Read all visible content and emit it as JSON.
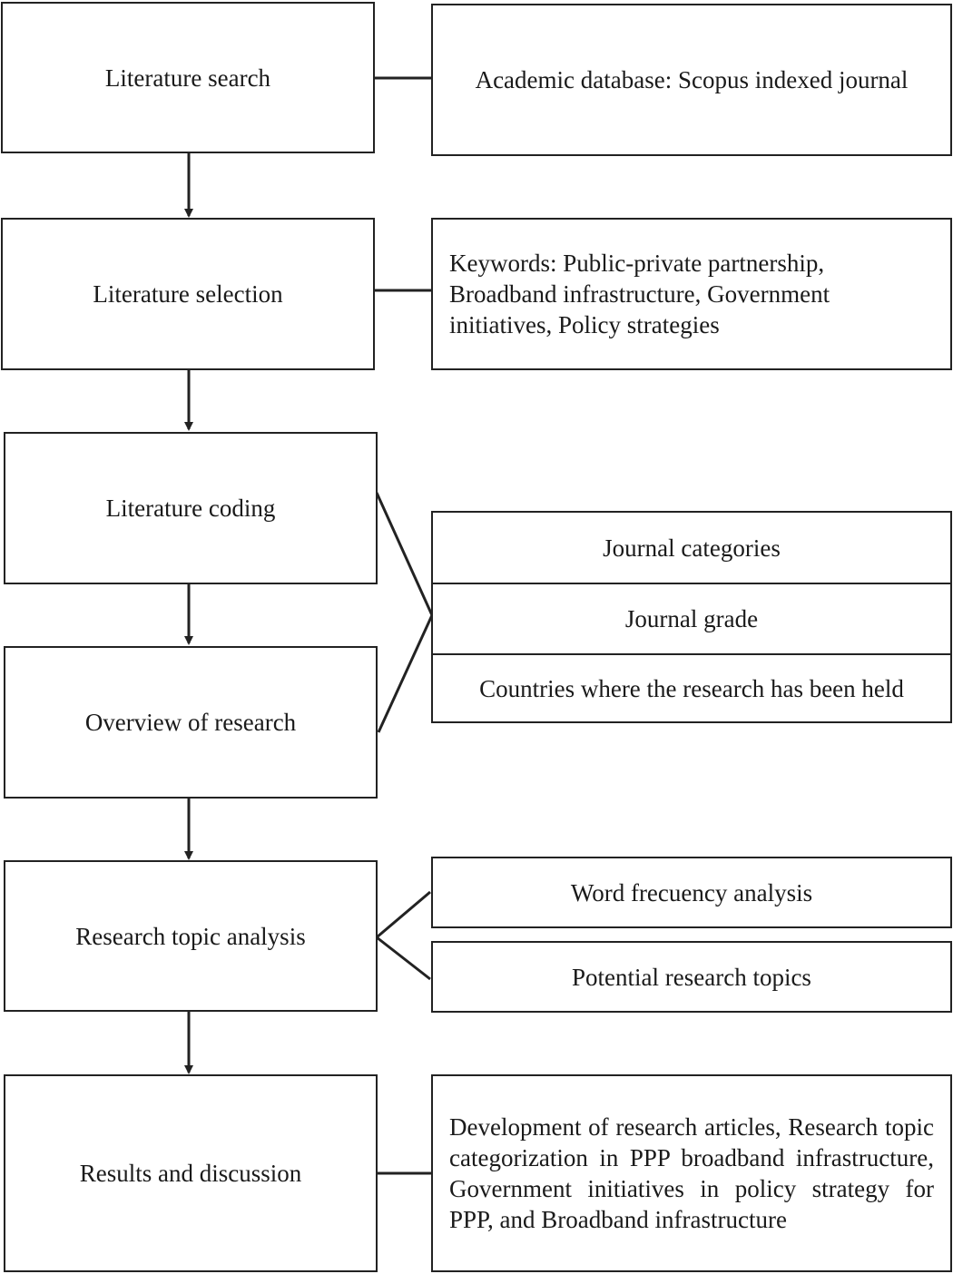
{
  "steps": {
    "literature_search": "Literature search",
    "literature_selection": "Literature selection",
    "literature_coding": "Literature coding",
    "overview_of_research": "Overview of research",
    "research_topic_analysis": "Research topic analysis",
    "results_and_discussion": "Results and discussion"
  },
  "details": {
    "database": "Academic database: Scopus indexed journal",
    "keywords": "Keywords: Public-private partnership, Broadband infrastructure, Government initiatives, Policy strategies",
    "coding_items": [
      "Journal categories",
      "Journal grade",
      "Countries where the research has been held"
    ],
    "topic_items": [
      "Word frecuency analysis",
      "Potential research topics"
    ],
    "results": "Development of research articles, Research topic categorization in PPP broadband infrastructure, Government initiatives in policy strategy for PPP, and Broadband infrastructure"
  },
  "colors": {
    "stroke": "#222222",
    "background": "#ffffff"
  }
}
